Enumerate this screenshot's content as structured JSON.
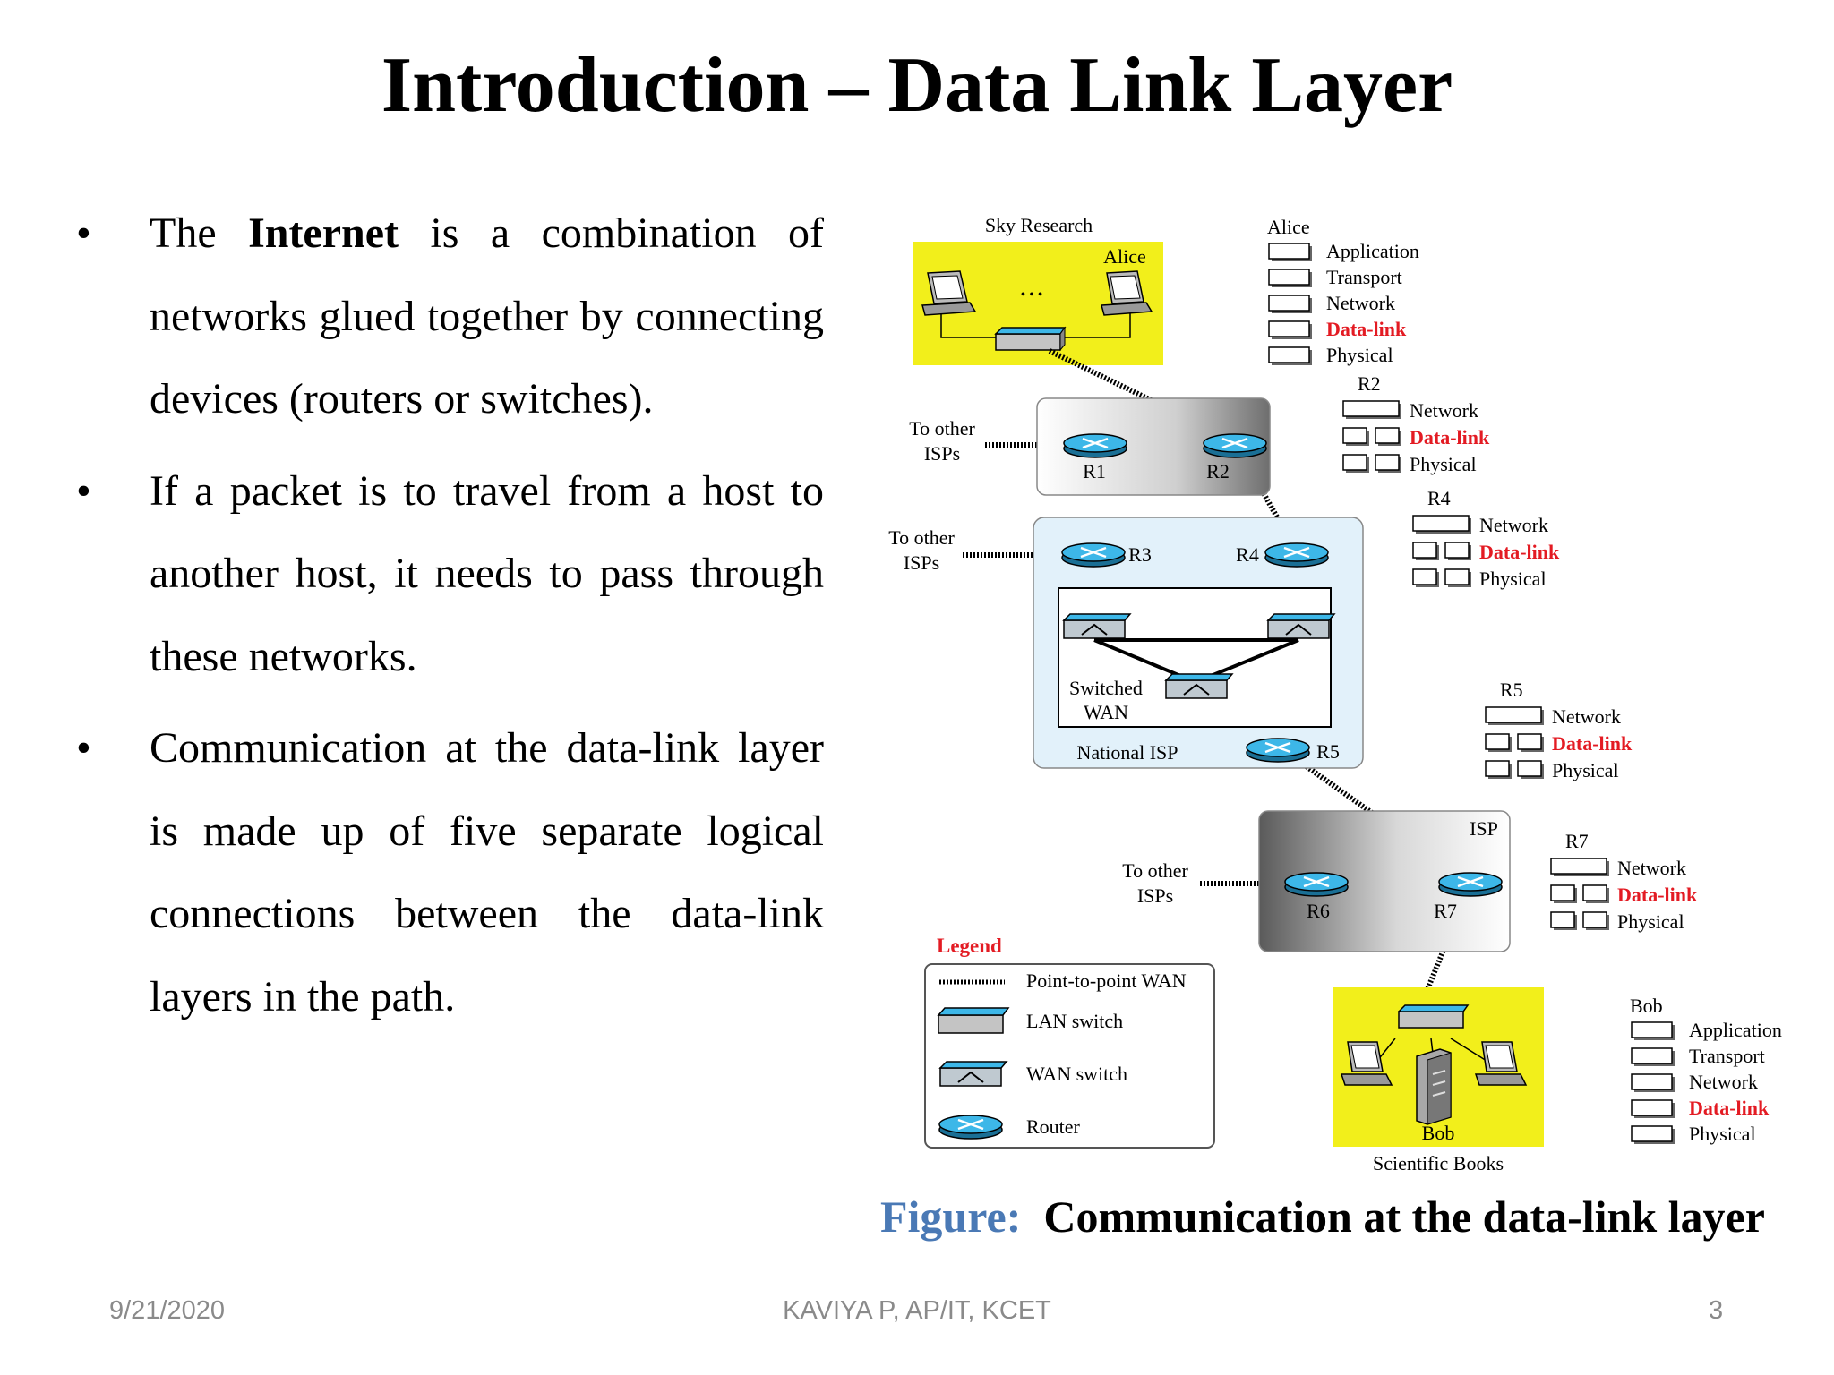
{
  "title": "Introduction – Data Link Layer",
  "bullets": [
    {
      "before": "The ",
      "bold": "Internet",
      "after": " is a combination of networks glued together by connecting devices (routers or switches)."
    },
    {
      "before": "If a packet is to travel from a host to another host, it needs to pass through these networks.",
      "bold": "",
      "after": ""
    },
    {
      "before": "Communication at the data-link layer is made up of five separate logical connections between the data-link layers in the path.",
      "bold": "",
      "after": ""
    }
  ],
  "bullet_symbol": "•",
  "figure": {
    "caption_label": "Figure:",
    "caption_text": "Communication at the data-link layer",
    "labels": {
      "sky_research": "Sky Research",
      "alice": "Alice",
      "dots": "• • •",
      "to_other_isps_1": "To other",
      "to_other_isps_2": "ISPs",
      "r1": "R1",
      "r2": "R2",
      "r3": "R3",
      "r4": "R4",
      "r5": "R5",
      "r6": "R6",
      "r7": "R7",
      "switched_1": "Switched",
      "switched_2": "WAN",
      "national_isp": "National ISP",
      "isp": "ISP",
      "bob": "Bob",
      "scientific_books": "Scientific Books",
      "legend": "Legend",
      "legend_p2p": "Point-to-point WAN",
      "legend_lan": "LAN switch",
      "legend_wan": "WAN switch",
      "legend_router": "Router"
    },
    "stacks": {
      "alice_title": "Alice",
      "bob_title": "Bob",
      "host_layers": [
        "Application",
        "Transport",
        "Network",
        "Data-link",
        "Physical"
      ],
      "router_layers": [
        "Network",
        "Data-link",
        "Physical"
      ],
      "r2": "R2",
      "r4": "R4",
      "r5": "R5",
      "r7": "R7"
    },
    "colors": {
      "highlight": "#f2ef1b",
      "datalink": "#e31b23",
      "router": "#3db7e8",
      "isp_fill": "#e2f1fa"
    }
  },
  "footer": {
    "date": "9/21/2020",
    "center": "KAVIYA P, AP/IT, KCET",
    "page": "3"
  }
}
